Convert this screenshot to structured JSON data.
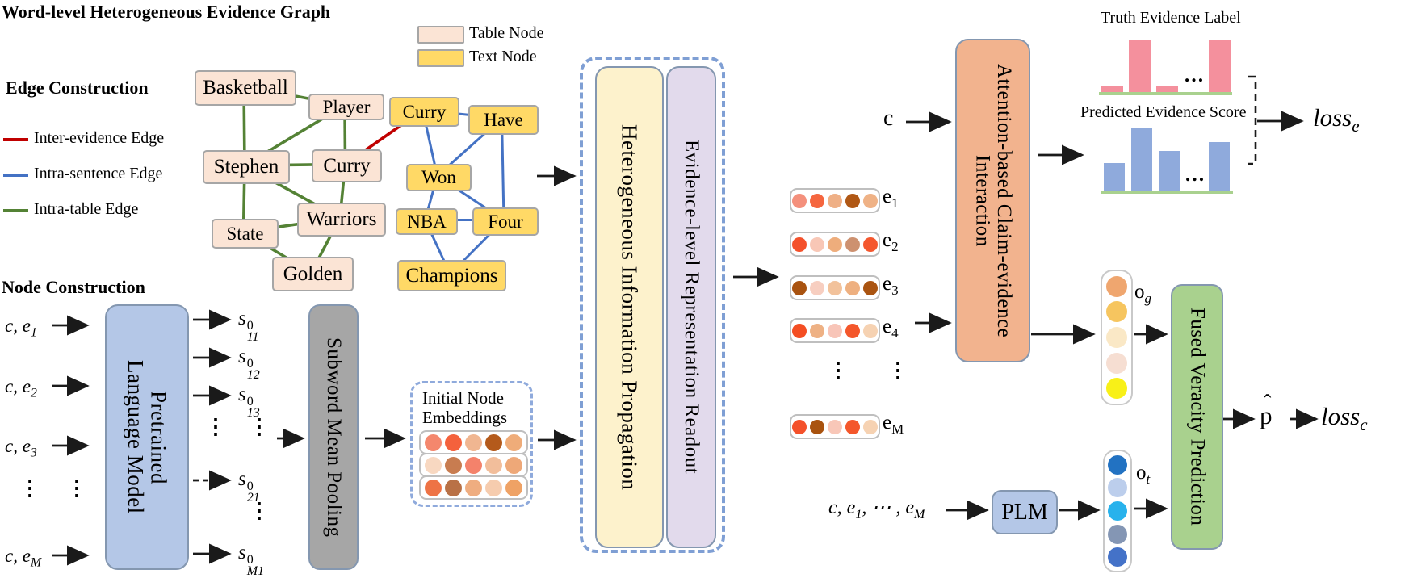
{
  "colors": {
    "table_node_fill": "#FBE4D5",
    "text_node_fill": "#FFD966",
    "node_border": "#A6A6A6",
    "inter_evidence": "#C00000",
    "intra_sentence": "#4472C4",
    "intra_table": "#548235",
    "truth_bar": "#F4909D",
    "pred_bar": "#8FAADC",
    "baseline": "#A9D18E",
    "plm_fill": "#B4C7E7",
    "pooling_fill": "#A6A6A6",
    "propagation_fill": "#FDF2CC",
    "readout_fill": "#E2DAEC",
    "attention_fill": "#F2B38E",
    "fused_fill": "#A9D18E",
    "dashed_border": "#7F9FD4"
  },
  "header": {
    "title": "Word-level Heterogeneous Evidence Graph"
  },
  "node_type_legend": [
    {
      "label": "Table Node",
      "type": "table"
    },
    {
      "label": "Text Node",
      "type": "text"
    }
  ],
  "edge_legend": {
    "title": "Edge Construction",
    "items": [
      {
        "label": "Inter-evidence Edge",
        "color_key": "inter_evidence"
      },
      {
        "label": "Intra-sentence Edge",
        "color_key": "intra_sentence"
      },
      {
        "label": "Intra-table Edge",
        "color_key": "intra_table"
      }
    ]
  },
  "graph": {
    "table_nodes": [
      {
        "id": "basketball",
        "label": "Basketball"
      },
      {
        "id": "player",
        "label": "Player"
      },
      {
        "id": "stephen",
        "label": "Stephen"
      },
      {
        "id": "curry_tb",
        "label": "Curry"
      },
      {
        "id": "warriors",
        "label": "Warriors"
      },
      {
        "id": "state",
        "label": "State"
      },
      {
        "id": "golden",
        "label": "Golden"
      }
    ],
    "text_nodes": [
      {
        "id": "curry_tx",
        "label": "Curry"
      },
      {
        "id": "have",
        "label": "Have"
      },
      {
        "id": "won",
        "label": "Won"
      },
      {
        "id": "nba",
        "label": "NBA"
      },
      {
        "id": "four",
        "label": "Four"
      },
      {
        "id": "champions",
        "label": "Champions"
      }
    ],
    "edges": [
      {
        "from": "basketball",
        "to": "player",
        "type": "intra_table"
      },
      {
        "from": "basketball",
        "to": "stephen",
        "type": "intra_table"
      },
      {
        "from": "player",
        "to": "stephen",
        "type": "intra_table"
      },
      {
        "from": "player",
        "to": "curry_tb",
        "type": "intra_table"
      },
      {
        "from": "stephen",
        "to": "curry_tb",
        "type": "intra_table"
      },
      {
        "from": "stephen",
        "to": "state",
        "type": "intra_table"
      },
      {
        "from": "stephen",
        "to": "warriors",
        "type": "intra_table"
      },
      {
        "from": "curry_tb",
        "to": "warriors",
        "type": "intra_table"
      },
      {
        "from": "state",
        "to": "warriors",
        "type": "intra_table"
      },
      {
        "from": "state",
        "to": "golden",
        "type": "intra_table"
      },
      {
        "from": "warriors",
        "to": "golden",
        "type": "intra_table"
      },
      {
        "from": "curry_tx",
        "to": "have",
        "type": "intra_sentence"
      },
      {
        "from": "curry_tx",
        "to": "won",
        "type": "intra_sentence"
      },
      {
        "from": "won",
        "to": "have",
        "type": "intra_sentence"
      },
      {
        "from": "have",
        "to": "four",
        "type": "intra_sentence"
      },
      {
        "from": "won",
        "to": "four",
        "type": "intra_sentence"
      },
      {
        "from": "won",
        "to": "nba",
        "type": "intra_sentence"
      },
      {
        "from": "nba",
        "to": "four",
        "type": "intra_sentence"
      },
      {
        "from": "nba",
        "to": "champions",
        "type": "intra_sentence"
      },
      {
        "from": "four",
        "to": "champions",
        "type": "intra_sentence"
      },
      {
        "from": "curry_tb",
        "to": "curry_tx",
        "type": "inter_evidence"
      }
    ]
  },
  "node_construction": {
    "title": "Node Construction",
    "inputs": [
      {
        "base": "c, e",
        "sub": "1"
      },
      {
        "base": "c, e",
        "sub": "2"
      },
      {
        "base": "c, e",
        "sub": "3"
      },
      {
        "dots": true
      },
      {
        "base": "c, e",
        "sub": "M"
      }
    ],
    "plm_box": {
      "line1": "Pretrained",
      "line2": "Language Model"
    },
    "outputs": [
      {
        "base": "s",
        "sup": "0",
        "sub": "11"
      },
      {
        "base": "s",
        "sup": "0",
        "sub": "12"
      },
      {
        "base": "s",
        "sup": "0",
        "sub": "13"
      },
      {
        "dots": true,
        "double": true
      },
      {
        "base": "s",
        "sup": "0",
        "sub": "21",
        "dashed": true
      },
      {
        "dots": true
      },
      {
        "base": "s",
        "sup": "0",
        "sub": "M1"
      }
    ],
    "pooling_box": "Subword Mean Pooling",
    "embeddings": {
      "title_line1": "Initial Node",
      "title_line2": "Embeddings",
      "rows": [
        [
          "#F4876D",
          "#F4613C",
          "#F0B691",
          "#B45A1B",
          "#EFAC79"
        ],
        [
          "#F8D8C1",
          "#C87C50",
          "#F4826B",
          "#F2BE9B",
          "#EEA878"
        ],
        [
          "#EE7345",
          "#B97146",
          "#EFAD80",
          "#F6CCAE",
          "#EFA265"
        ]
      ]
    }
  },
  "propagation": {
    "info_box": "Heterogeneous Information Propagation",
    "readout_box": "Evidence-level Representation Readout"
  },
  "evidence": {
    "claim": "c",
    "rows": [
      {
        "base": "e",
        "sub": "1",
        "dots": [
          "#F4907C",
          "#F5663F",
          "#EFB086",
          "#B05815",
          "#EFB286"
        ]
      },
      {
        "base": "e",
        "sub": "2",
        "dots": [
          "#F4512B",
          "#F8C7B6",
          "#EEAD7C",
          "#CD9170",
          "#F4572E"
        ]
      },
      {
        "base": "e",
        "sub": "3",
        "dots": [
          "#A95310",
          "#F7CEC0",
          "#F2C29B",
          "#EEB080",
          "#AA5411"
        ]
      },
      {
        "base": "e",
        "sub": "4",
        "dots": [
          "#F44E23",
          "#EEB184",
          "#F8C5B8",
          "#F4572B",
          "#F6D2B2"
        ]
      },
      {
        "dots_row": true
      },
      {
        "base": "e",
        "sub": "M",
        "dots": [
          "#F4512B",
          "#A9530F",
          "#F8C7B8",
          "#F4572B",
          "#F6D2B2"
        ]
      }
    ]
  },
  "attention_box": {
    "line1": "Attention-based Claim-evidence",
    "line2": "Interaction"
  },
  "charts": {
    "truth": {
      "title": "Truth Evidence Label",
      "bars": [
        8,
        65,
        8,
        65
      ],
      "ellipsis": "…"
    },
    "pred": {
      "title": "Predicted Evidence Score",
      "bars": [
        34,
        78,
        49,
        60
      ],
      "ellipsis": "…"
    }
  },
  "outputs": {
    "og": {
      "base": "o",
      "sub": "g",
      "dots": [
        "#EFA66F",
        "#F6C55F",
        "#FAE8C6",
        "#F6DED2",
        "#F8F018"
      ]
    },
    "ot": {
      "base": "o",
      "sub": "t",
      "dots": [
        "#2272C2",
        "#BCCEEC",
        "#28B2EC",
        "#8496B4",
        "#4472C8"
      ]
    },
    "fused_box": "Fused Veracity Prediction",
    "p_hat_base": "p",
    "p_hat_accent": "ˆ",
    "loss_e": {
      "base": "loss",
      "sub": "e"
    },
    "loss_c": {
      "base": "loss",
      "sub": "c"
    },
    "plm_small": {
      "label": "PLM",
      "input_p1": "c, e",
      "input_s1": "1",
      "input_p2": ", ⋯ , e",
      "input_s2": "M"
    }
  }
}
